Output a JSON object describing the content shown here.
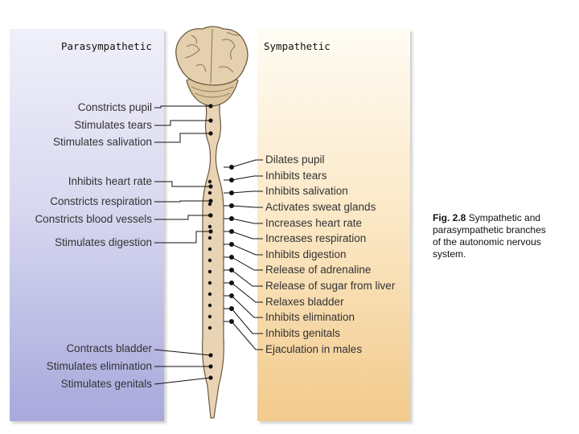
{
  "parasympathetic": {
    "heading": "Parasympathetic",
    "labels": [
      "Constricts pupil",
      "Stimulates tears",
      "Stimulates salivation",
      "Inhibits heart rate",
      "Constricts respiration",
      "Constricts blood vessels",
      "Stimulates digestion",
      "Contracts bladder",
      "Stimulates elimination",
      "Stimulates genitals"
    ]
  },
  "sympathetic": {
    "heading": "Sympathetic",
    "labels": [
      "Dilates pupil",
      "Inhibits tears",
      "Inhibits salivation",
      "Activates sweat glands",
      "Increases heart rate",
      "Increases respiration",
      "Inhibits digestion",
      "Release of adrenaline",
      "Release of sugar from liver",
      "Relaxes bladder",
      "Inhibits elimination",
      "Inhibits genitals",
      "Ejaculation in males"
    ]
  },
  "caption": {
    "figure_number": "Fig. 2.8",
    "text": "Sympathetic and parasympathetic branches of the autonomic nervous system."
  },
  "colors": {
    "parasympathetic_panel": "#c0c0e6",
    "sympathetic_panel": "#f6d9a8",
    "spinal_cord": "#e8d4b4",
    "brain": "#e4d0ae",
    "leader_line": "#111111"
  }
}
